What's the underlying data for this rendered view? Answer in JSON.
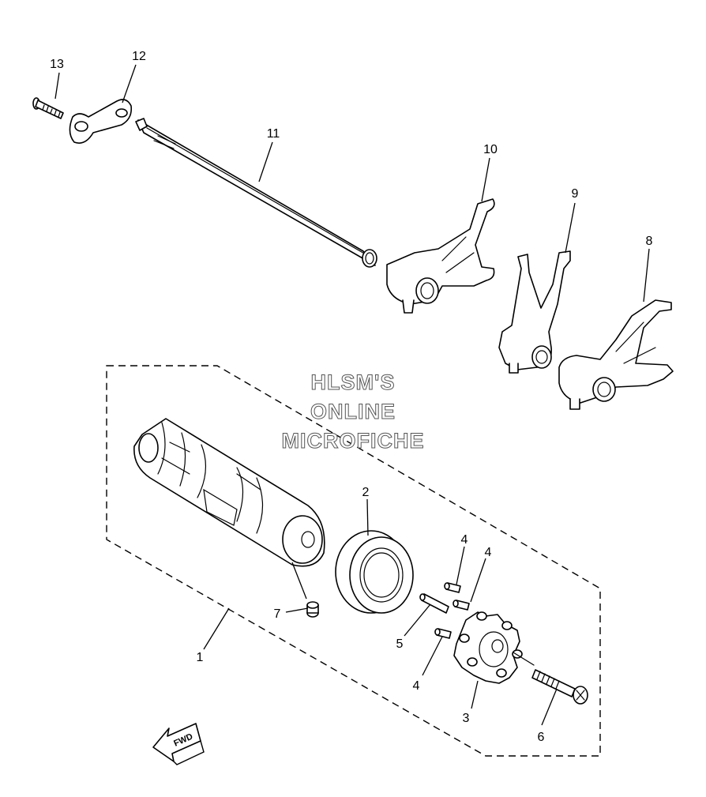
{
  "watermark": {
    "line1": "HLSM'S",
    "line2": "ONLINE",
    "line3": "MICROFICHE"
  },
  "callouts": {
    "c1": "1",
    "c2": "2",
    "c3": "3",
    "c4a": "4",
    "c4b": "4",
    "c4c": "4",
    "c5": "5",
    "c6": "6",
    "c7": "7",
    "c8": "8",
    "c9": "9",
    "c10": "10",
    "c11": "11",
    "c12": "12",
    "c13": "13"
  },
  "direction_arrow": {
    "label": "FWD"
  }
}
